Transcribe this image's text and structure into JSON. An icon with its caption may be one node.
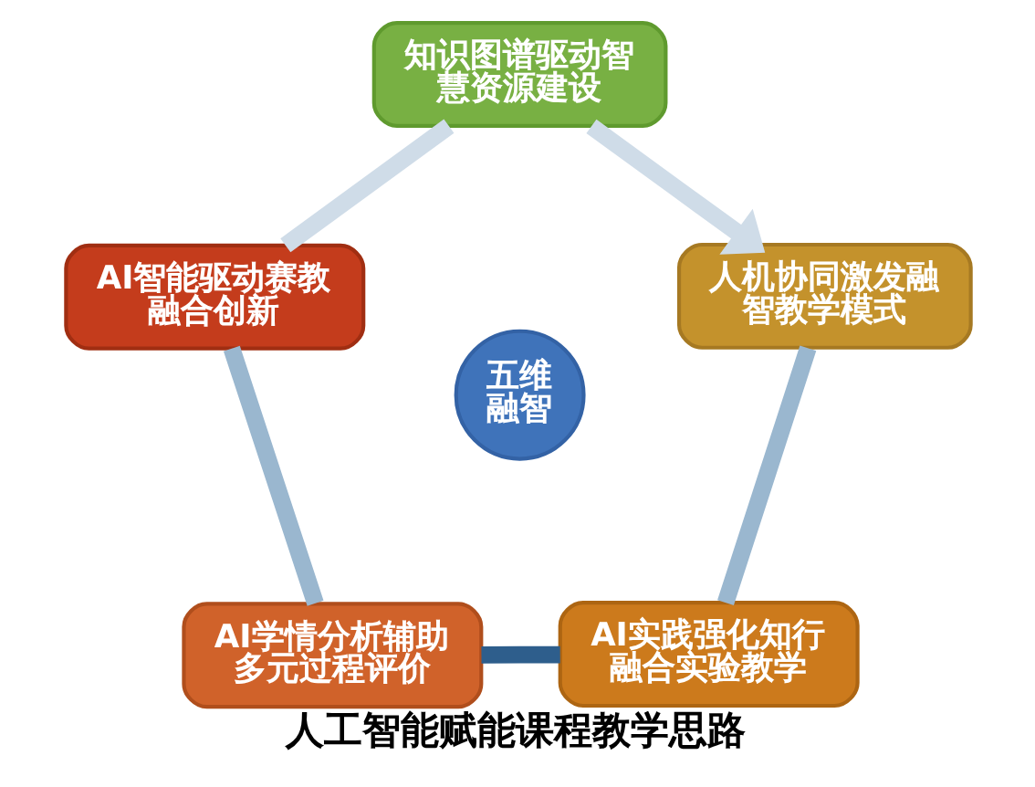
{
  "diagram": {
    "caption": "人工智能赋能课程教学思路",
    "nodes": [
      {
        "text": [
          "知识图谱驱动智慧资源建设"
        ]
      },
      {
        "text": [
          "AI智能驱动赛教融合创新"
        ]
      },
      {
        "text": [
          "五维融智"
        ]
      },
      {
        "text": [
          "人机协同激发融智教学模式"
        ]
      },
      {
        "text": [
          "AI学情分析辅助多元过程评价"
        ]
      },
      {
        "text": [
          "AI实践强化知行融合实验教学"
        ]
      }
    ],
    "edges": [
      {
        "from": 0,
        "to": 3,
        "arrow": "to",
        "color": "#cfdce8"
      },
      {
        "from": 3,
        "to": 5,
        "arrow": "none"
      },
      {
        "from": 5,
        "to": 4,
        "arrow": "none",
        "color": "#2e5e8c"
      },
      {
        "from": 4,
        "to": 1,
        "arrow": "none"
      },
      {
        "from": 1,
        "to": 0,
        "arrow": "none",
        "color": "#cfdce8"
      }
    ]
  }
}
